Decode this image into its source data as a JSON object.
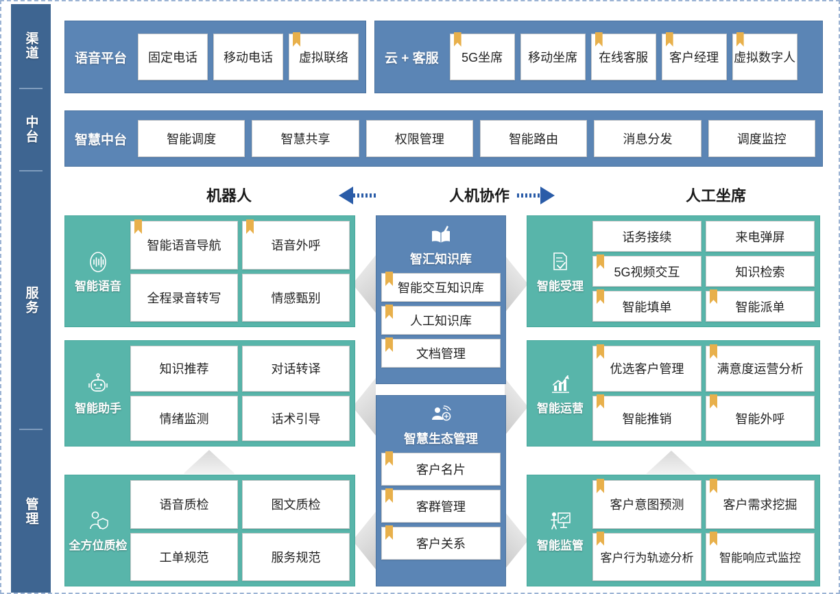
{
  "sidebar": {
    "items": [
      {
        "label": "渠道",
        "name": "channel"
      },
      {
        "label": "中台",
        "name": "middle-platform"
      },
      {
        "label": "服务",
        "name": "service"
      },
      {
        "label": "管理",
        "name": "management"
      }
    ]
  },
  "colors": {
    "blue": "#5b85b5",
    "sidebar_blue": "#3e6591",
    "green": "#58b5aa",
    "bookmark_orange": "#e8b04b",
    "arrow_blue": "#2a5ca8",
    "chevron_gray": "#c9c9c9"
  },
  "channel_row": {
    "voice_platform": {
      "title": "语音平台",
      "items": [
        {
          "label": "固定电话",
          "bookmark": false
        },
        {
          "label": "移动电话",
          "bookmark": false
        },
        {
          "label": "虚拟联络",
          "bookmark": true
        }
      ]
    },
    "cloud_service": {
      "title": "云 + 客服",
      "items": [
        {
          "label": "5G坐席",
          "bookmark": true
        },
        {
          "label": "移动坐席",
          "bookmark": false
        },
        {
          "label": "在线客服",
          "bookmark": true
        },
        {
          "label": "客户经理",
          "bookmark": true
        },
        {
          "label": "虚拟数字人",
          "bookmark": true
        }
      ]
    }
  },
  "middle_row": {
    "title": "智慧中台",
    "items": [
      {
        "label": "智能调度",
        "bookmark": false
      },
      {
        "label": "智慧共享",
        "bookmark": false
      },
      {
        "label": "权限管理",
        "bookmark": false
      },
      {
        "label": "智能路由",
        "bookmark": false
      },
      {
        "label": "消息分发",
        "bookmark": false
      },
      {
        "label": "调度监控",
        "bookmark": false
      }
    ]
  },
  "column_headers": {
    "left": "机器人",
    "center": "人机协作",
    "right": "人工坐席"
  },
  "left_panels": [
    {
      "title": "智能语音",
      "icon": "voice-wave-icon",
      "items": [
        {
          "label": "智能语音导航",
          "bookmark": true
        },
        {
          "label": "语音外呼",
          "bookmark": true
        },
        {
          "label": "全程录音转写",
          "bookmark": false
        },
        {
          "label": "情感甄别",
          "bookmark": false
        }
      ]
    },
    {
      "title": "智能助手",
      "icon": "robot-icon",
      "items": [
        {
          "label": "知识推荐",
          "bookmark": false
        },
        {
          "label": "对话转译",
          "bookmark": false
        },
        {
          "label": "情绪监测",
          "bookmark": false
        },
        {
          "label": "话术引导",
          "bookmark": false
        }
      ]
    },
    {
      "title": "全方位质检",
      "icon": "person-shield-icon",
      "items": [
        {
          "label": "语音质检",
          "bookmark": false
        },
        {
          "label": "图文质检",
          "bookmark": false
        },
        {
          "label": "工单规范",
          "bookmark": false
        },
        {
          "label": "服务规范",
          "bookmark": false
        }
      ]
    }
  ],
  "center_panels": [
    {
      "title": "智汇知识库",
      "icon": "book-pen-icon",
      "items": [
        {
          "label": "智能交互知识库",
          "bookmark": true
        },
        {
          "label": "人工知识库",
          "bookmark": true
        },
        {
          "label": "文档管理",
          "bookmark": true
        }
      ]
    },
    {
      "title": "智慧生态管理",
      "icon": "customer-network-icon",
      "items": [
        {
          "label": "客户名片",
          "bookmark": true
        },
        {
          "label": "客群管理",
          "bookmark": true
        },
        {
          "label": "客户关系",
          "bookmark": true
        }
      ]
    }
  ],
  "right_panels": [
    {
      "title": "智能受理",
      "icon": "document-check-icon",
      "items": [
        {
          "label": "话务接续",
          "bookmark": false
        },
        {
          "label": "来电弹屏",
          "bookmark": false
        },
        {
          "label": "5G视频交互",
          "bookmark": true
        },
        {
          "label": "知识检索",
          "bookmark": false
        },
        {
          "label": "智能填单",
          "bookmark": true
        },
        {
          "label": "智能派单",
          "bookmark": true
        }
      ]
    },
    {
      "title": "智能运营",
      "icon": "growth-chart-icon",
      "items": [
        {
          "label": "优选客户管理",
          "bookmark": true
        },
        {
          "label": "满意度运营分析",
          "bookmark": true
        },
        {
          "label": "智能推销",
          "bookmark": true
        },
        {
          "label": "智能外呼",
          "bookmark": true
        }
      ]
    },
    {
      "title": "智能监管",
      "icon": "presentation-person-icon",
      "items": [
        {
          "label": "客户意图预测",
          "bookmark": true
        },
        {
          "label": "客户需求挖掘",
          "bookmark": true
        },
        {
          "label": "客户行为轨迹分析",
          "bookmark": true
        },
        {
          "label": "智能响应式监控",
          "bookmark": true
        }
      ]
    }
  ]
}
